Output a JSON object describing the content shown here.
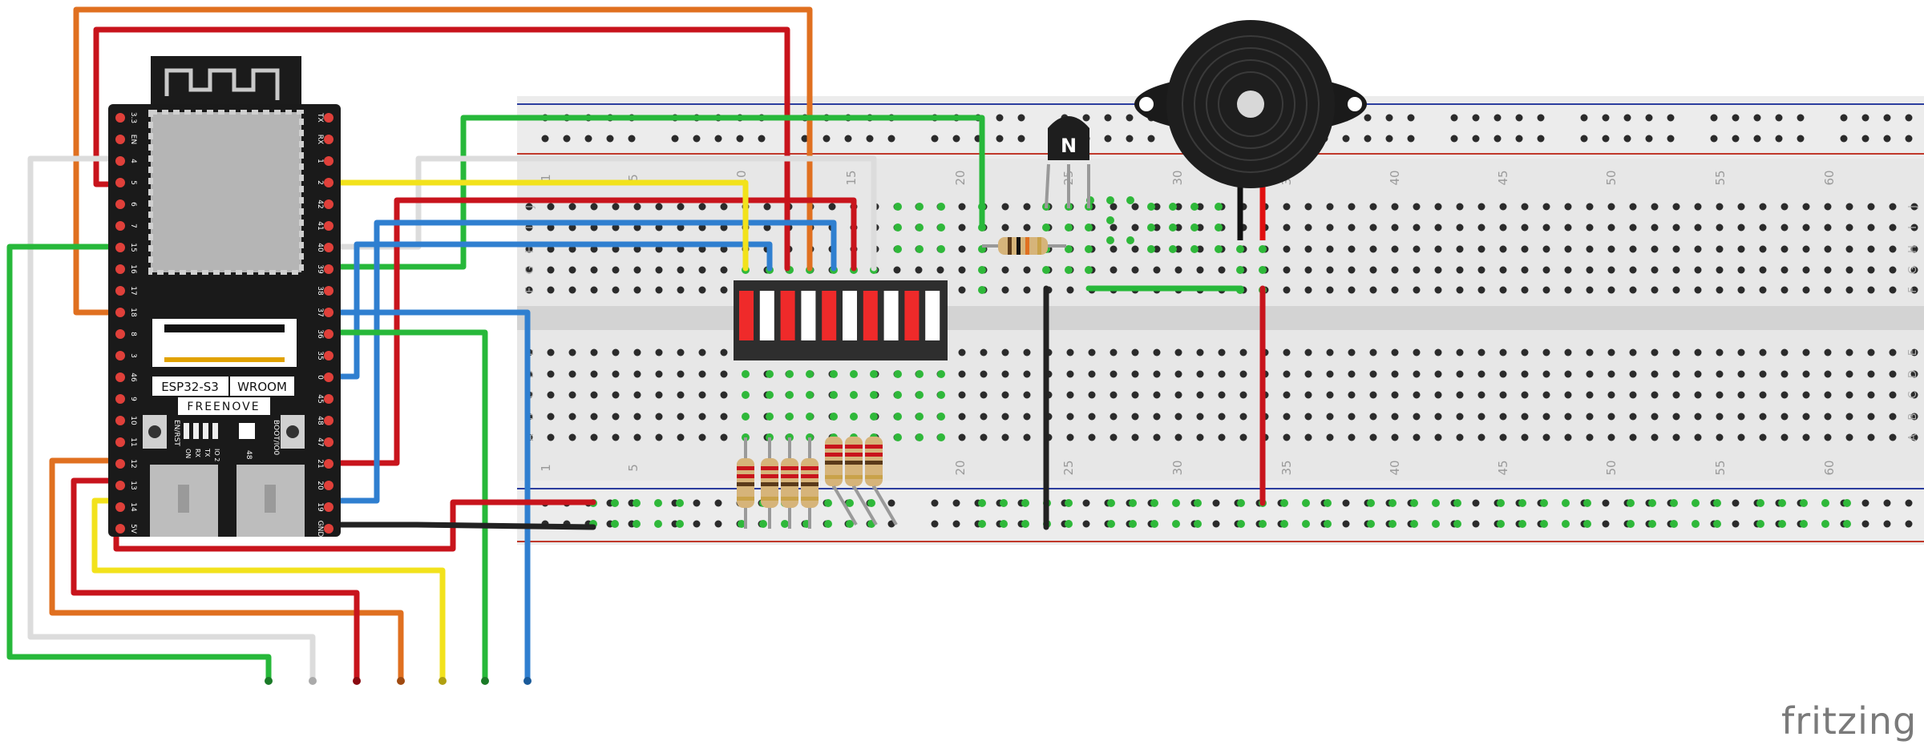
{
  "watermark": "fritzing",
  "board": {
    "chip_label": "ESP32-S3",
    "module_label": "WROOM",
    "brand_label": "FREENOVE",
    "reset_label": "EN/RST",
    "boot_label": "BOOT/IO0",
    "led_labels": [
      "ON",
      "RX",
      "TX",
      "IO 2"
    ],
    "rgb_label": "48",
    "left_pins": [
      "3.3",
      "EN",
      "4",
      "5",
      "6",
      "7",
      "15",
      "16",
      "17",
      "18",
      "8",
      "3",
      "46",
      "9",
      "10",
      "11",
      "12",
      "13",
      "14",
      "5V"
    ],
    "right_pins": [
      "TX",
      "RX",
      "1",
      "2",
      "42",
      "41",
      "40",
      "39",
      "38",
      "37",
      "36",
      "35",
      "0",
      "45",
      "48",
      "47",
      "21",
      "20",
      "19",
      "GND"
    ]
  },
  "breadboard": {
    "column_numbers": [
      "1",
      "5",
      "10",
      "15",
      "20",
      "25",
      "30",
      "35",
      "40",
      "45",
      "50",
      "55",
      "60"
    ],
    "top_row_letters": [
      "J",
      "I",
      "H",
      "G",
      "F"
    ],
    "bottom_row_letters": [
      "E",
      "D",
      "C",
      "B",
      "A"
    ],
    "power_rail_colors": {
      "positive": "#c0392b",
      "negative": "#2c3e9e"
    }
  },
  "components": {
    "transistor_label": "N",
    "led_bar_segments": 10
  },
  "wire_colors": {
    "red": "#c8141c",
    "orange": "#e07020",
    "white": "#dcdcdc",
    "green": "#27b83a",
    "blue": "#2f7fd0",
    "yellow": "#f2e21c",
    "black": "#222222"
  }
}
